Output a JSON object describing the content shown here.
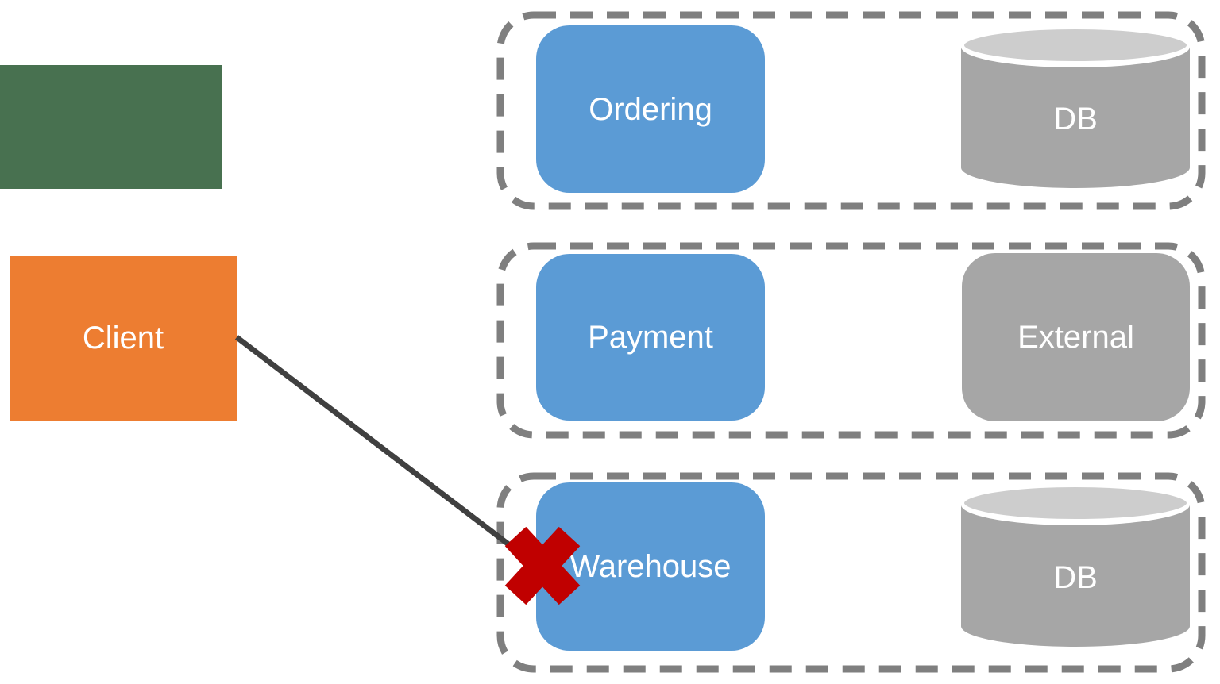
{
  "diagram": {
    "type": "microservices-architecture",
    "client": {
      "label": "Client"
    },
    "green_box": {
      "label": ""
    },
    "rows": [
      {
        "name": "ordering",
        "service": {
          "label": "Ordering"
        },
        "store": {
          "label": "DB",
          "shape": "cylinder"
        }
      },
      {
        "name": "payment",
        "service": {
          "label": "Payment"
        },
        "store": {
          "label": "External",
          "shape": "rounded-rectangle"
        }
      },
      {
        "name": "warehouse",
        "service": {
          "label": "Warehouse"
        },
        "store": {
          "label": "DB",
          "shape": "cylinder"
        }
      }
    ],
    "connection": {
      "from": "Client",
      "to": "Warehouse",
      "status": "blocked",
      "marker": "red-x"
    },
    "colors": {
      "green_box": "#487150",
      "client_orange": "#ED7D31",
      "service_blue": "#5B9BD5",
      "store_gray": "#A6A6A6",
      "cylinder_top_gray": "#CDCDCD",
      "dashed_border_gray": "#7F7F7F",
      "connector_dark_gray": "#404040",
      "blocked_x_red": "#C00000",
      "label_text": "#FFFFFF",
      "background": "#FFFFFF"
    }
  }
}
